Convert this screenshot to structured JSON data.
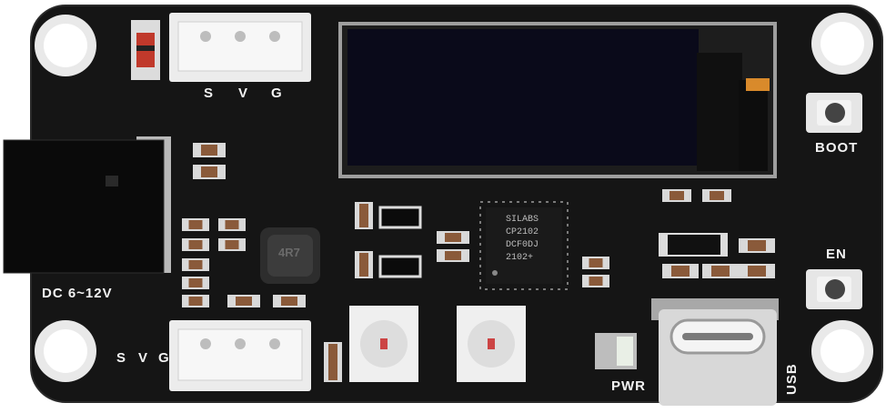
{
  "board": {
    "connector_top_labels": [
      "S",
      "V",
      "G"
    ],
    "connector_bottom_labels": [
      "S",
      "V",
      "G"
    ],
    "dc_label": "DC 6~12V",
    "boot_label": "BOOT",
    "en_label": "EN",
    "pwr_label": "PWR",
    "usb_label": "USB",
    "chip_lines": [
      "SILABS",
      "CP2102",
      "DCF0DJ",
      "2102+"
    ],
    "inductor_text": "4R7"
  }
}
